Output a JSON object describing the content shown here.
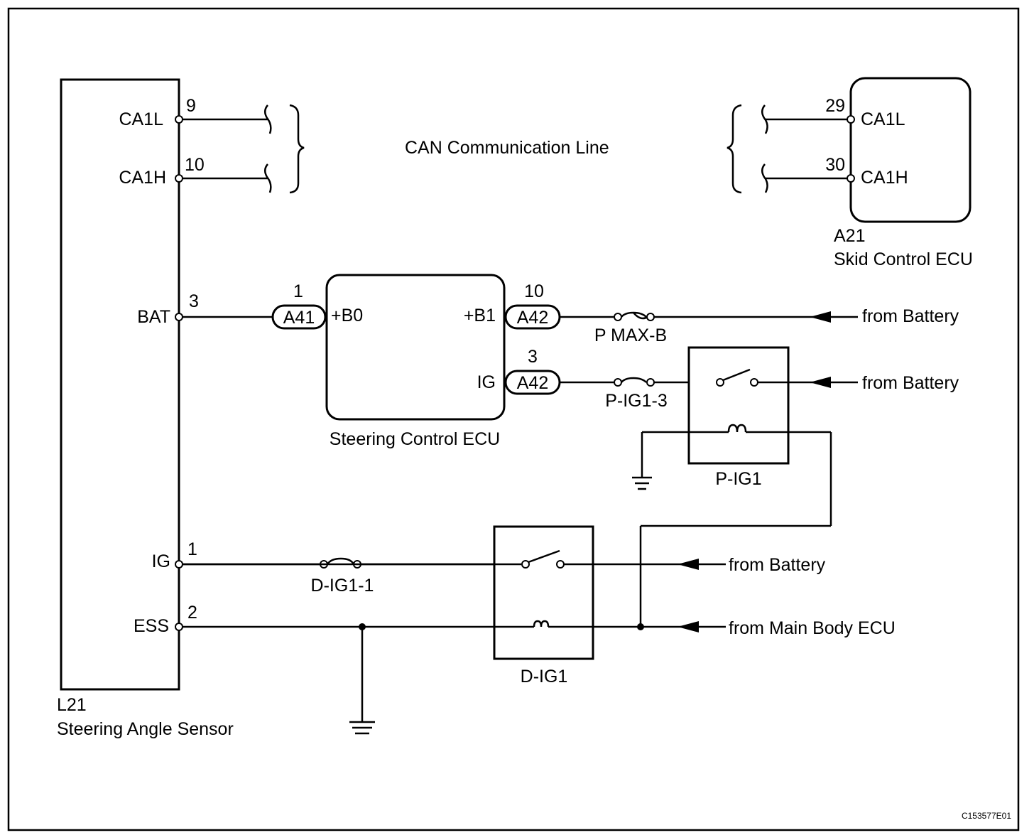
{
  "figure_id": "C153577E01",
  "components": {
    "steering_angle_sensor": {
      "code": "L21",
      "name": "Steering Angle Sensor",
      "pins": [
        {
          "label": "CA1L",
          "number": "9"
        },
        {
          "label": "CA1H",
          "number": "10"
        },
        {
          "label": "BAT",
          "number": "3"
        },
        {
          "label": "IG",
          "number": "1"
        },
        {
          "label": "ESS",
          "number": "2"
        }
      ]
    },
    "skid_control_ecu": {
      "code": "A21",
      "name": "Skid Control ECU",
      "pins": [
        {
          "label": "CA1L",
          "number": "29"
        },
        {
          "label": "CA1H",
          "number": "30"
        }
      ]
    },
    "steering_control_ecu": {
      "name": "Steering Control ECU",
      "pins": [
        {
          "label": "+B0",
          "connector": "A41",
          "number": "1"
        },
        {
          "label": "+B1",
          "connector": "A42",
          "number": "10"
        },
        {
          "label": "IG",
          "connector": "A42",
          "number": "3"
        }
      ]
    }
  },
  "can_line_label": "CAN Communication Line",
  "fuses": {
    "p_max_b": "P MAX-B",
    "p_ig1_3": "P-IG1-3",
    "d_ig1_1": "D-IG1-1"
  },
  "relays": {
    "p_ig1": "P-IG1",
    "d_ig1": "D-IG1"
  },
  "sources": {
    "battery_1": "from Battery",
    "battery_2": "from Battery",
    "battery_3": "from Battery",
    "main_body_ecu": "from Main Body ECU"
  }
}
